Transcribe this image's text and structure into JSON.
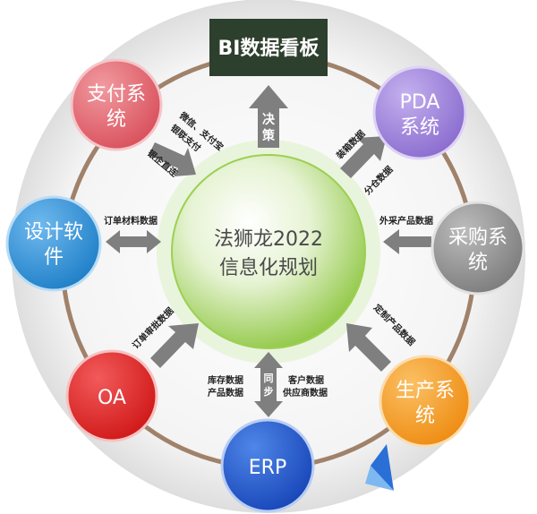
{
  "bi_board": {
    "label": "BI数据看板"
  },
  "center": {
    "line1": "法狮龙2022",
    "line2": "信息化规划"
  },
  "decision_label": "决策",
  "sync_label": "同步",
  "nodes": {
    "payment": {
      "line1": "支付系",
      "line2": "统",
      "color": "#e4616c"
    },
    "pda": {
      "line1": "PDA",
      "line2": "系统",
      "color": "#9c7ed6"
    },
    "design": {
      "line1": "设计软",
      "line2": "件",
      "color": "#2f8fd3"
    },
    "purchase": {
      "line1": "采购系",
      "line2": "统",
      "color": "#8e8e8e"
    },
    "oa": {
      "label": "OA",
      "color": "#e02424"
    },
    "production": {
      "line1": "生产系",
      "line2": "统",
      "color": "#f29a1e"
    },
    "erp": {
      "label": "ERP",
      "color": "#1f57c8"
    }
  },
  "edges": {
    "payment_a": "微信、支付宝",
    "payment_b": "银联支付",
    "payment_c": "银企直连",
    "pda_a": "装箱数据",
    "pda_b": "分仓数据",
    "design": "订单材料数据",
    "purchase": "外采产品数据",
    "oa": "订单审批数据",
    "production": "定制产品数据",
    "erp_left_1": "库存数据",
    "erp_left_2": "产品数据",
    "erp_right_1": "客户数据",
    "erp_right_2": "供应商数据"
  },
  "colors": {
    "ring": "#a0826a",
    "arrow": "#7f7f7f",
    "center_green": "#8dc63f",
    "bi_bg": "#2d3f2d"
  }
}
